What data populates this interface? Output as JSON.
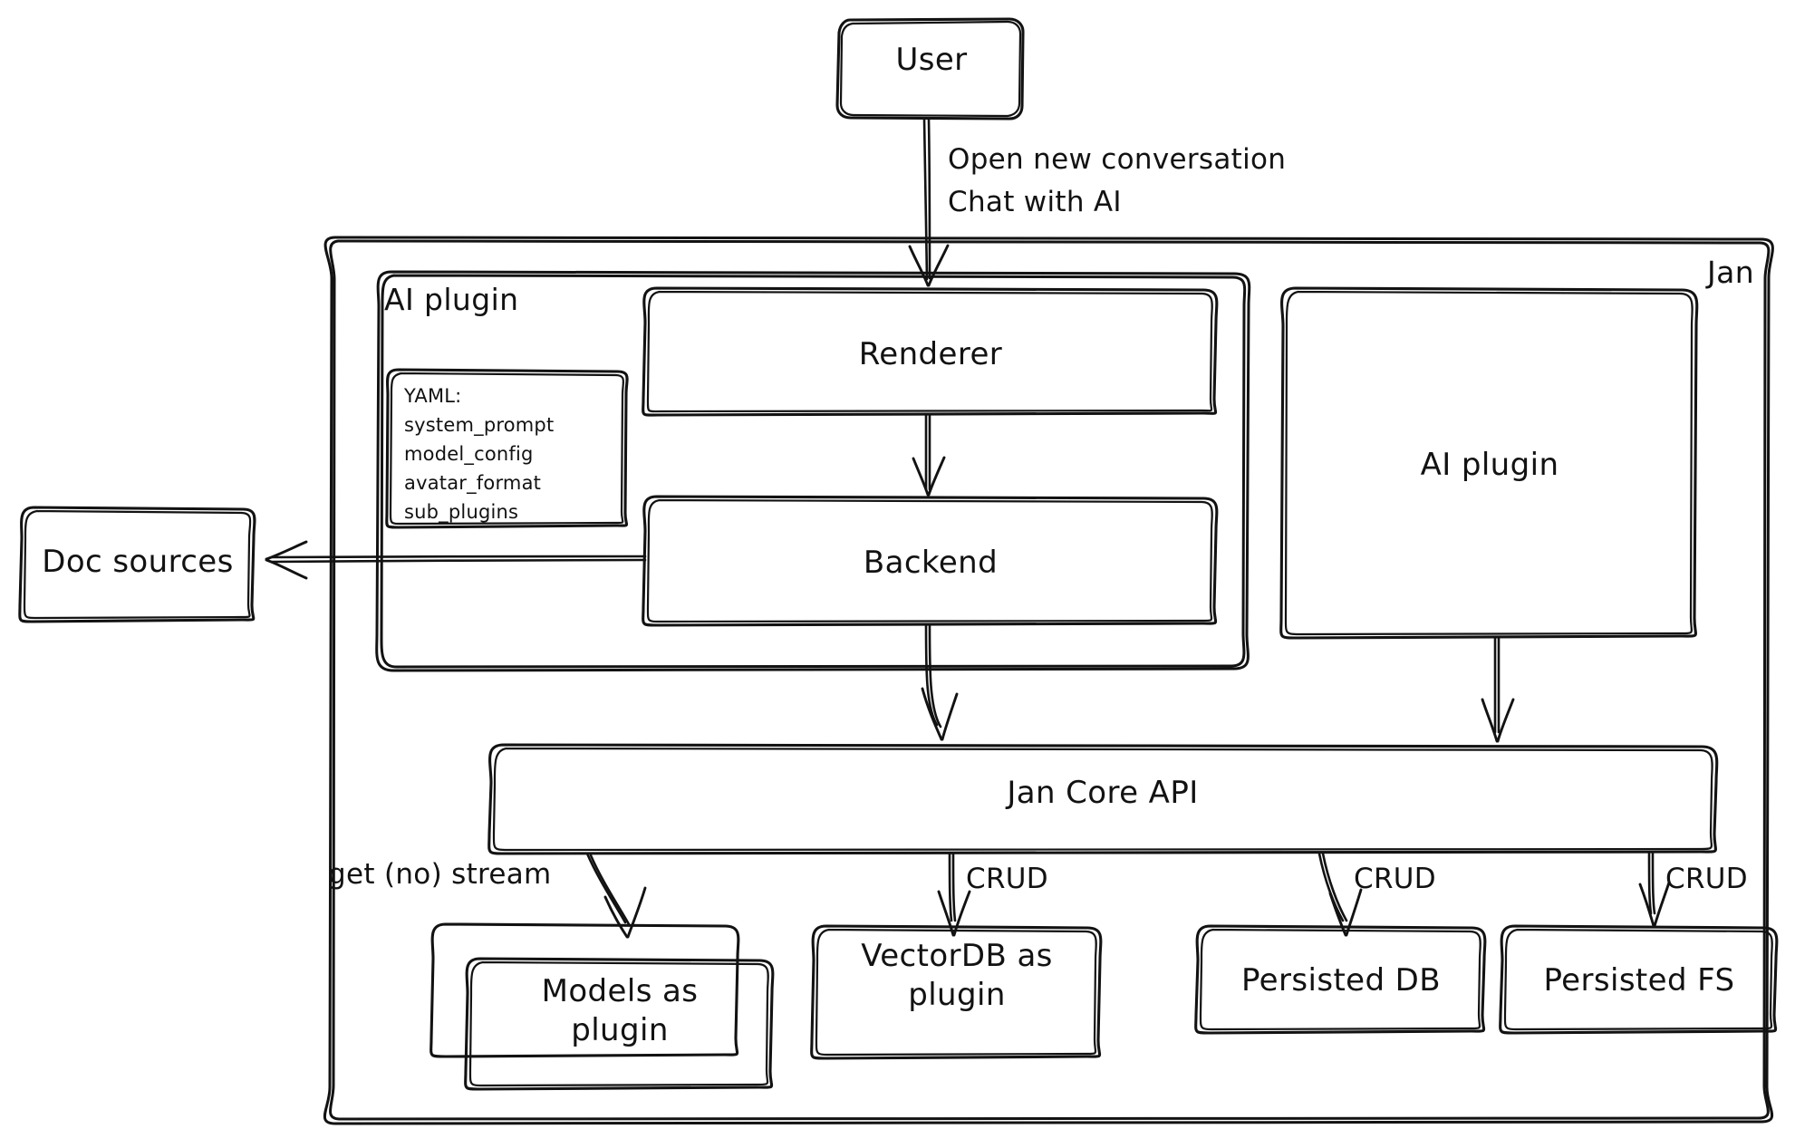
{
  "diagram": {
    "title_visible": false,
    "style": "hand-drawn whiteboard sketch",
    "colors": {
      "stroke": "#121212",
      "background": "#ffffff",
      "text": "#121212"
    },
    "containers": [
      {
        "id": "jan",
        "label": "Jan",
        "label_position": "top-right"
      },
      {
        "id": "ai-plugin-group",
        "label": "AI plugin",
        "label_position": "top-left"
      }
    ],
    "nodes": [
      {
        "id": "user",
        "label": "User"
      },
      {
        "id": "renderer",
        "label": "Renderer"
      },
      {
        "id": "backend",
        "label": "Backend"
      },
      {
        "id": "ai-plugin",
        "label": "AI plugin"
      },
      {
        "id": "doc-sources",
        "label": "Doc sources"
      },
      {
        "id": "jan-core-api",
        "label": "Jan Core API"
      },
      {
        "id": "models",
        "label": "Models as\nplugin",
        "line1": "Models as",
        "line2": "plugin",
        "stacked": true
      },
      {
        "id": "vectordb",
        "label": "VectorDB as\nplugin",
        "line1": "VectorDB as",
        "line2": "plugin"
      },
      {
        "id": "persisted-db",
        "label": "Persisted DB"
      },
      {
        "id": "persisted-fs",
        "label": "Persisted FS"
      }
    ],
    "yaml_note": {
      "header": "YAML:",
      "items": [
        "system_prompt",
        "model_config",
        "avatar_format",
        "sub_plugins"
      ]
    },
    "edges": [
      {
        "from": "user",
        "to": "renderer",
        "label_line1": "Open new conversation",
        "label_line2": "Chat with AI"
      },
      {
        "from": "renderer",
        "to": "backend",
        "label": ""
      },
      {
        "from": "backend",
        "to": "doc-sources",
        "label": ""
      },
      {
        "from": "backend",
        "to": "jan-core-api",
        "label": ""
      },
      {
        "from": "ai-plugin",
        "to": "jan-core-api",
        "label": ""
      },
      {
        "from": "jan-core-api",
        "to": "models",
        "label": "get (no) stream"
      },
      {
        "from": "jan-core-api",
        "to": "vectordb",
        "label": "CRUD"
      },
      {
        "from": "jan-core-api",
        "to": "persisted-db",
        "label": "CRUD"
      },
      {
        "from": "jan-core-api",
        "to": "persisted-fs",
        "label": "CRUD"
      }
    ],
    "edge_labels": {
      "user_to_renderer_1": "Open new conversation",
      "user_to_renderer_2": "Chat with AI",
      "get_no_stream": "get (no) stream",
      "crud_vectordb": "CRUD",
      "crud_persisted_db": "CRUD",
      "crud_persisted_fs": "CRUD"
    }
  }
}
